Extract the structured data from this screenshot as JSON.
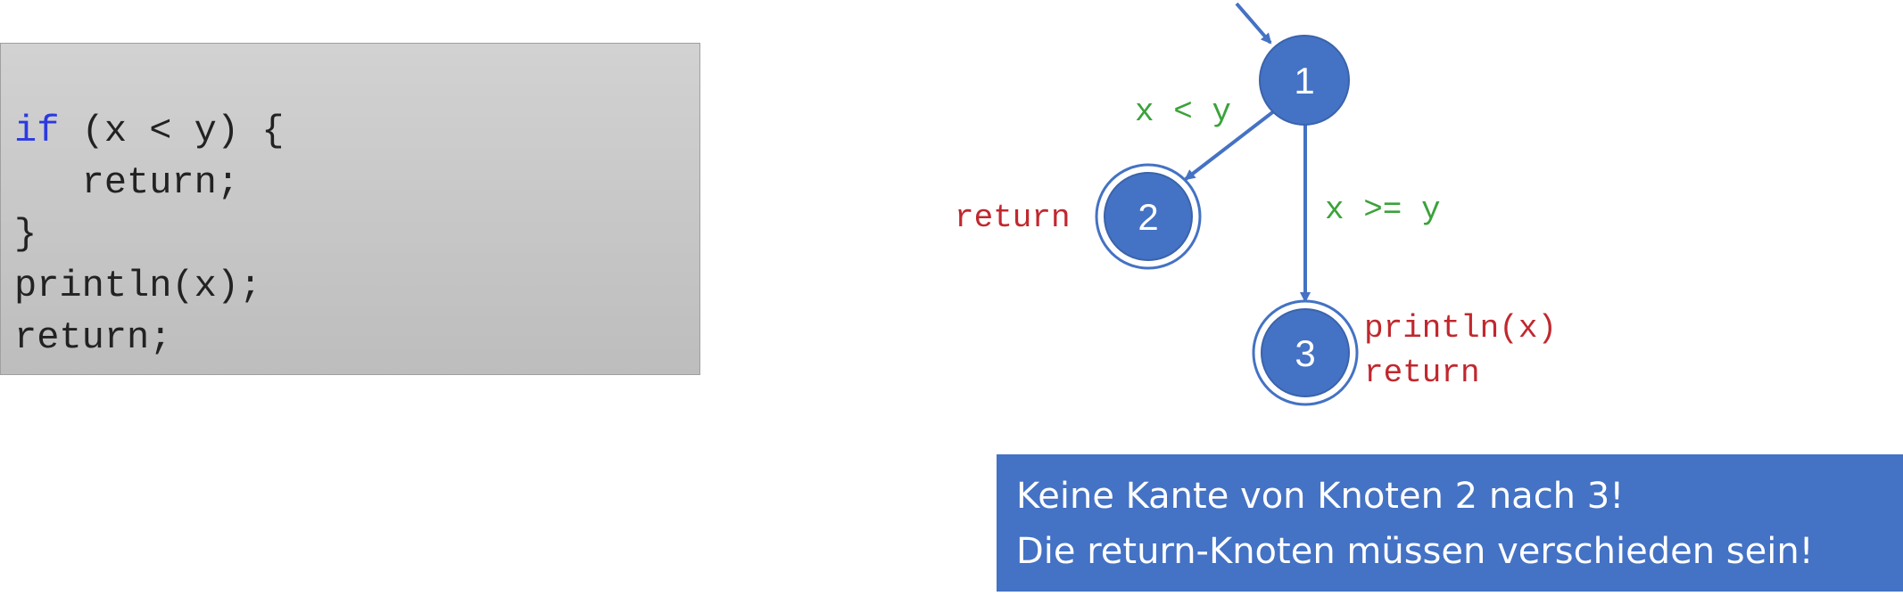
{
  "code": {
    "lines": [
      {
        "kw": "if",
        "rest": " (x < y) {"
      },
      {
        "kw": "",
        "rest": "   return;"
      },
      {
        "kw": "",
        "rest": "}"
      },
      {
        "kw": "",
        "rest": "println(x);"
      },
      {
        "kw": "",
        "rest": "return;"
      }
    ]
  },
  "graph": {
    "nodes": [
      {
        "id": "1",
        "label": "1",
        "final": false
      },
      {
        "id": "2",
        "label": "2",
        "final": true
      },
      {
        "id": "3",
        "label": "3",
        "final": true
      }
    ],
    "edges": [
      {
        "from": "1",
        "to": "2",
        "label": "x < y"
      },
      {
        "from": "1",
        "to": "3",
        "label": "x >= y"
      }
    ],
    "statements": {
      "node2": "return",
      "node3_line1": "println(x)",
      "node3_line2": "return"
    },
    "colors": {
      "node_fill": "#4472c4",
      "edge": "#4472c4",
      "edge_label": "#3aa33a",
      "statement": "#c0282e"
    }
  },
  "note": {
    "line1": "Keine Kante von Knoten 2 nach 3!",
    "line2": "Die return-Knoten müssen verschieden sein!"
  }
}
